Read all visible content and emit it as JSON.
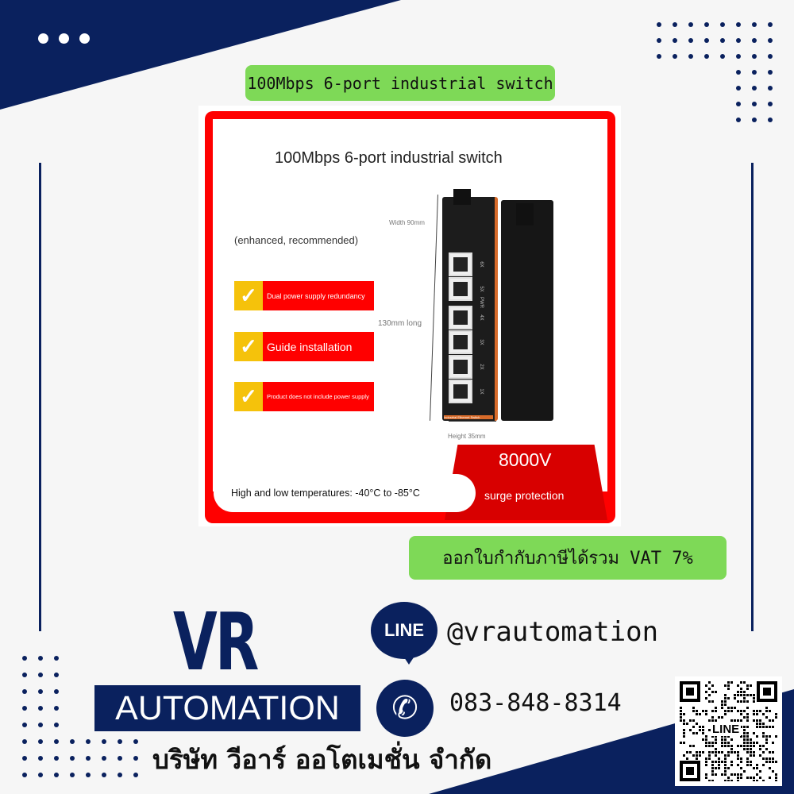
{
  "colors": {
    "navy": "#0a215e",
    "green": "#7ed957",
    "red": "#ff0000",
    "yellow": "#f5c20b"
  },
  "header_pill": "100Mbps 6-port industrial switch",
  "product": {
    "title": "100Mbps 6-port industrial switch",
    "subtitle": "(enhanced, recommended)",
    "features": [
      "Dual power supply redundancy",
      "Guide installation",
      "Product does not include power supply"
    ],
    "dimensions": {
      "width": "Width 90mm",
      "length": "130mm long",
      "height": "Height 35mm"
    },
    "port_labels": [
      "6X",
      "5X",
      "PWR",
      "4X",
      "3X",
      "2X",
      "1X"
    ],
    "device_label": "Industrial Ethernet Switch",
    "temperature": "High and low temperatures: -40°C to -85°C",
    "surge_value": "8000V",
    "surge_label": "surge protection"
  },
  "vat_pill": "ออกใบกำกับภาษีได้รวม VAT 7%",
  "brand": {
    "logo_top": "VR",
    "logo_bottom": "AUTOMATION",
    "company_th": "บริษัท วีอาร์ ออโตเมชั่น จำกัด"
  },
  "contact": {
    "line_icon_text": "LINE",
    "line_id": "@vrautomation",
    "phone": "083-848-8314",
    "qr_label": "LINE"
  },
  "icons": [
    "menu-dots-icon",
    "line-chat-icon",
    "phone-icon",
    "checkmark-icon",
    "qr-code"
  ]
}
